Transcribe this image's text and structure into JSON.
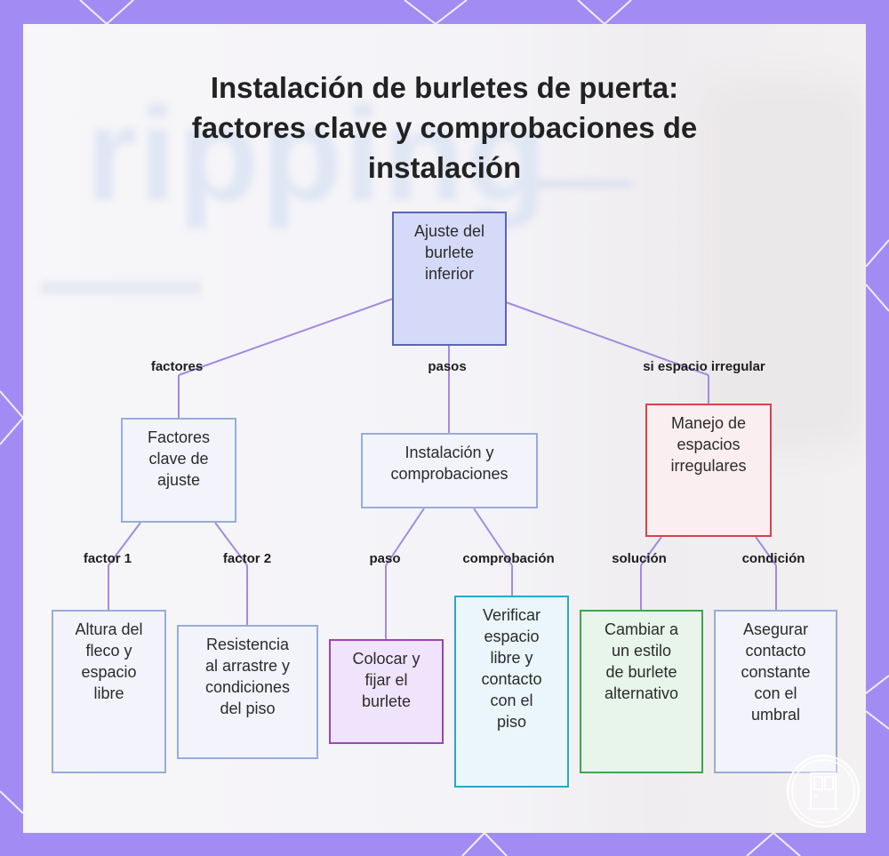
{
  "title_lines": [
    "Instalación de burletes de puerta:",
    "factores clave y comprobaciones de",
    "instalación"
  ],
  "background_text": "ripping",
  "colors": {
    "frame": "#a28cf4",
    "edge": "#a48ae0",
    "node_default_border": "#98acd9",
    "root_fill": "#d6daf9",
    "root_border": "#5965b9",
    "irregular_fill": "#fbeef0",
    "irregular_border": "#d8414f",
    "purple_fill": "#efe4fb",
    "purple_border": "#9c45b9",
    "cyan_fill": "#eaf6fb",
    "cyan_border": "#23aacd",
    "green_fill": "#e8f5ea",
    "green_border": "#3ea550"
  },
  "nodes": {
    "root": {
      "lines": [
        "Ajuste del",
        "burlete",
        "inferior"
      ]
    },
    "factors": {
      "lines": [
        "Factores",
        "clave de",
        "ajuste"
      ]
    },
    "install": {
      "lines": [
        "Instalación y",
        "comprobaciones"
      ]
    },
    "irregular": {
      "lines": [
        "Manejo de",
        "espacios",
        "irregulares"
      ]
    },
    "height": {
      "lines": [
        "Altura del",
        "fleco y",
        "espacio",
        "libre"
      ]
    },
    "resistance": {
      "lines": [
        "Resistencia",
        "al arrastre y",
        "condiciones",
        "del piso"
      ]
    },
    "place": {
      "lines": [
        "Colocar y",
        "fijar el",
        "burlete"
      ]
    },
    "verify": {
      "lines": [
        "Verificar",
        "espacio",
        "libre y",
        "contacto",
        "con el",
        "piso"
      ]
    },
    "change": {
      "lines": [
        "Cambiar a",
        "un estilo",
        "de burlete",
        "alternativo"
      ]
    },
    "ensure": {
      "lines": [
        "Asegurar",
        "contacto",
        "constante",
        "con el",
        "umbral"
      ]
    }
  },
  "edge_labels": {
    "factores": "factores",
    "pasos": "pasos",
    "irregular": "si espacio irregular",
    "factor1": "factor 1",
    "factor2": "factor 2",
    "paso": "paso",
    "comprobacion": "comprobación",
    "solucion": "solución",
    "condicion": "condición"
  },
  "badge_icon": "door-icon"
}
